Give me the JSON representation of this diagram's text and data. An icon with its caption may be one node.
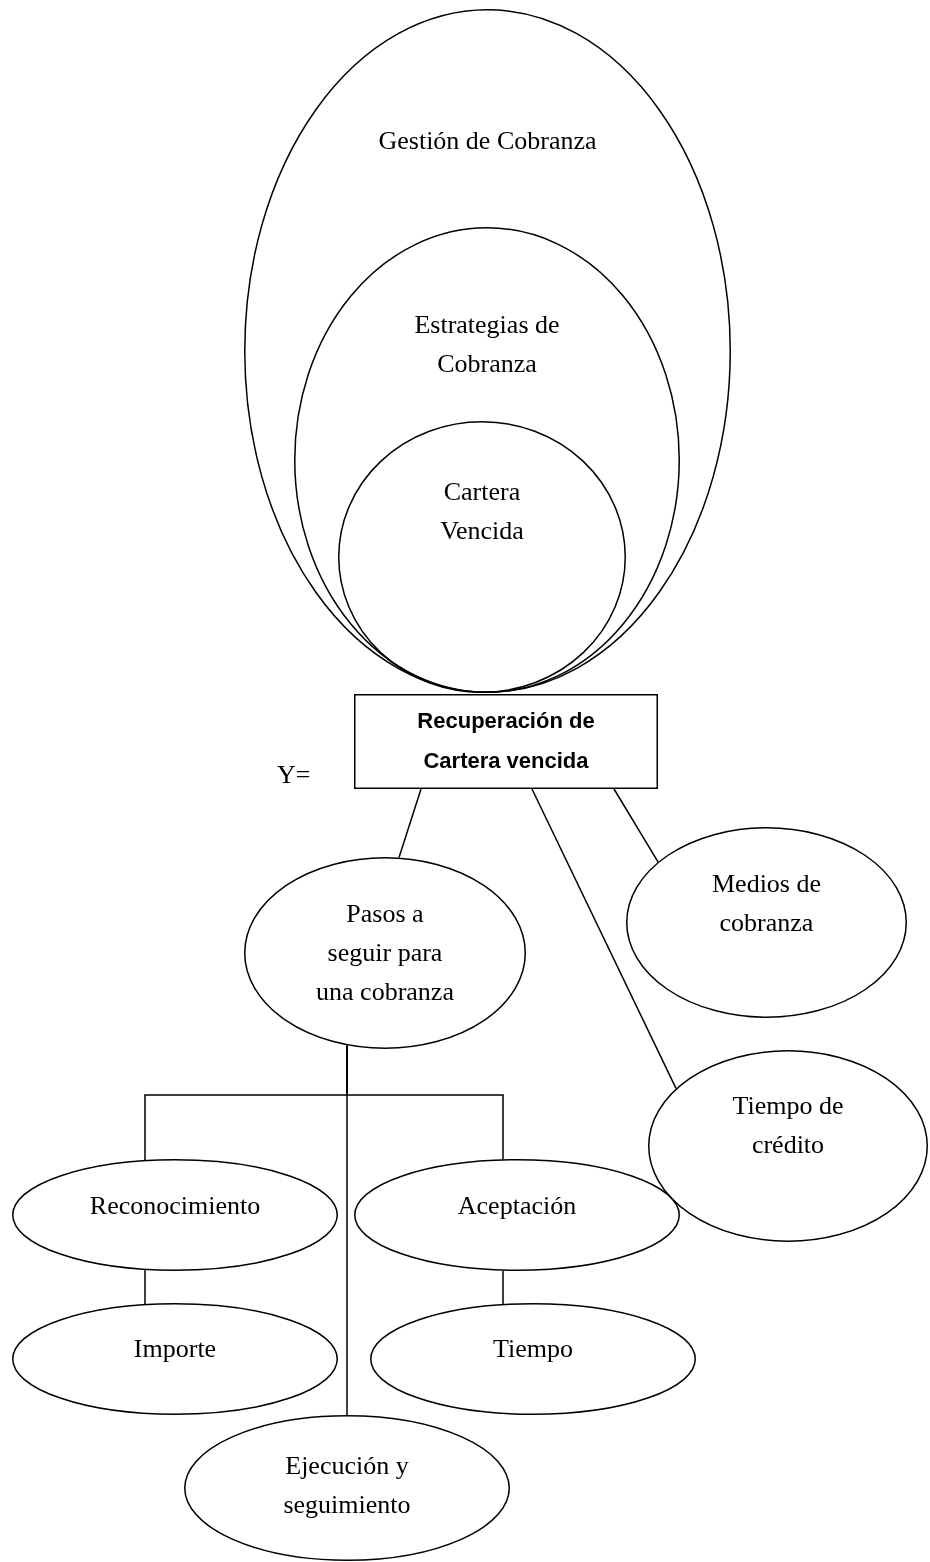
{
  "diagram": {
    "nodes": [
      {
        "text": [
          "Gestión de Cobranza"
        ]
      },
      {
        "text": [
          "Estrategias de Cobranza"
        ],
        "in": 0
      },
      {
        "text": [
          "Cartera Vencida"
        ],
        "in": 1
      },
      {
        "text": [
          "Recuperación de Cartera vencida"
        ]
      },
      {
        "text": [
          "Pasos a seguir para una cobranza"
        ]
      },
      {
        "text": [
          "Medios de cobranza"
        ]
      },
      {
        "text": [
          "Tiempo de crédito"
        ]
      },
      {
        "text": [
          "Reconocimiento"
        ]
      },
      {
        "text": [
          "Aceptación"
        ]
      },
      {
        "text": [
          "Importe"
        ]
      },
      {
        "text": [
          "Tiempo"
        ]
      },
      {
        "text": [
          "Ejecución y seguimiento"
        ]
      }
    ],
    "edges": [
      {
        "from": 3,
        "to": 4,
        "arrow": "none"
      },
      {
        "from": 3,
        "to": 6,
        "arrow": "none"
      },
      {
        "from": 3,
        "to": 5,
        "arrow": "none"
      },
      {
        "from": 4,
        "to": 7,
        "arrow": "none"
      },
      {
        "from": 4,
        "to": 8,
        "arrow": "none"
      },
      {
        "from": 4,
        "to": 11,
        "arrow": "none"
      },
      {
        "from": 7,
        "to": 9,
        "arrow": "none"
      },
      {
        "from": 8,
        "to": 10,
        "arrow": "none"
      }
    ],
    "labels": [
      "Y="
    ]
  }
}
